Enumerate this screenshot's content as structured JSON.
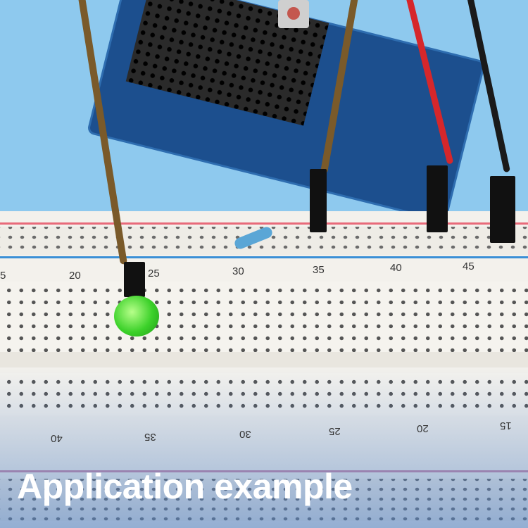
{
  "caption": "Application example",
  "breadboard": {
    "top_numbers": [
      "5",
      "20",
      "25",
      "30",
      "35",
      "40",
      "45"
    ],
    "bottom_numbers": [
      "40",
      "35",
      "30",
      "25",
      "20",
      "15"
    ]
  },
  "colors": {
    "background": "#8ec9ee",
    "board": "#1c4f8e",
    "led": "#3cd12a",
    "caption": "#ffffff"
  }
}
